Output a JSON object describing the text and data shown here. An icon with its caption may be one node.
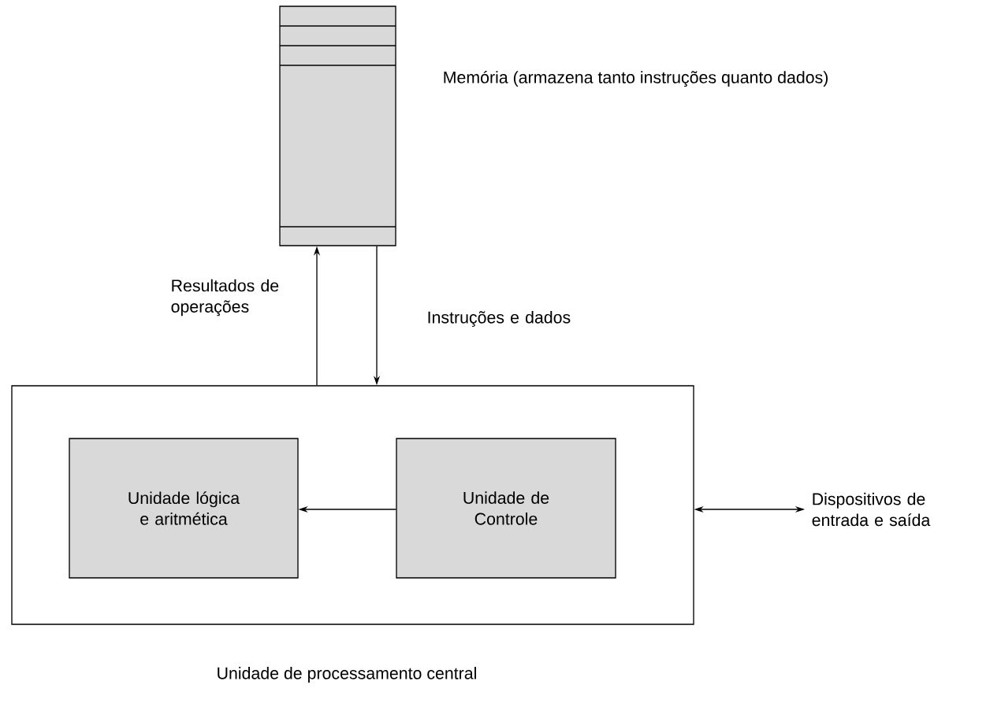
{
  "diagram": {
    "nodes": [
      {
        "text": [],
        "shape": "box",
        "beside": [
          "Memória (armazena tanto instruções quanto dados)"
        ]
      },
      {
        "text": [],
        "shape": "box",
        "beside": [
          "Unidade de processamento central"
        ]
      },
      {
        "text": [
          "Unidade lógica e aritmética"
        ],
        "in": 1
      },
      {
        "text": [
          "Unidade de Controle"
        ],
        "in": 1
      },
      {
        "text": [
          "Dispositivos de entrada e saída"
        ]
      }
    ],
    "edges": [
      {
        "from": 1,
        "to": 0,
        "arrow": "to",
        "label": "Resultados de operações"
      },
      {
        "from": 0,
        "to": 1,
        "arrow": "to",
        "label": "Instruções e dados"
      },
      {
        "from": 3,
        "to": 2,
        "arrow": "to"
      },
      {
        "from": 1,
        "to": 4,
        "arrow": "both"
      }
    ]
  }
}
